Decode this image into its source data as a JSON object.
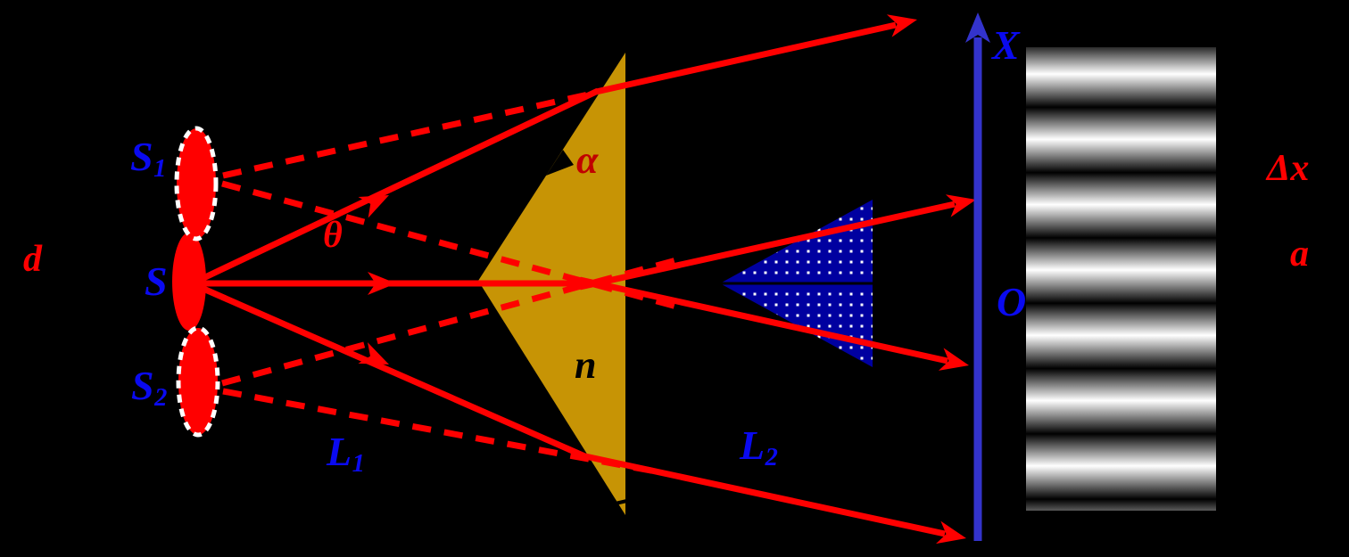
{
  "figure": {
    "sources": {
      "s1": {
        "base": "S",
        "sub": "1"
      },
      "s": {
        "base": "S"
      },
      "s2": {
        "base": "S",
        "sub": "2"
      }
    },
    "measures": {
      "d": "d",
      "theta": "θ",
      "alpha": "α",
      "n": "n",
      "delta_x": "Δx",
      "a": "a"
    },
    "distances": {
      "l1": {
        "base": "L",
        "sub": "1"
      },
      "l2": {
        "base": "L",
        "sub": "2"
      }
    },
    "screen_axis": {
      "axis_label": "X",
      "origin_label": "O"
    },
    "colors": {
      "background": "#000000",
      "ray_red": "#ff0000",
      "prism_gold": "#c79405",
      "overlap_blue": "#0000a0",
      "axis_blue": "#3333cc",
      "label_blue": "#0a0af0",
      "label_red": "#ff0000",
      "alpha_dark_red": "#c00000",
      "n_black": "#000000",
      "source_fill": "#ff0000",
      "source_outline": "#ffffff"
    }
  }
}
